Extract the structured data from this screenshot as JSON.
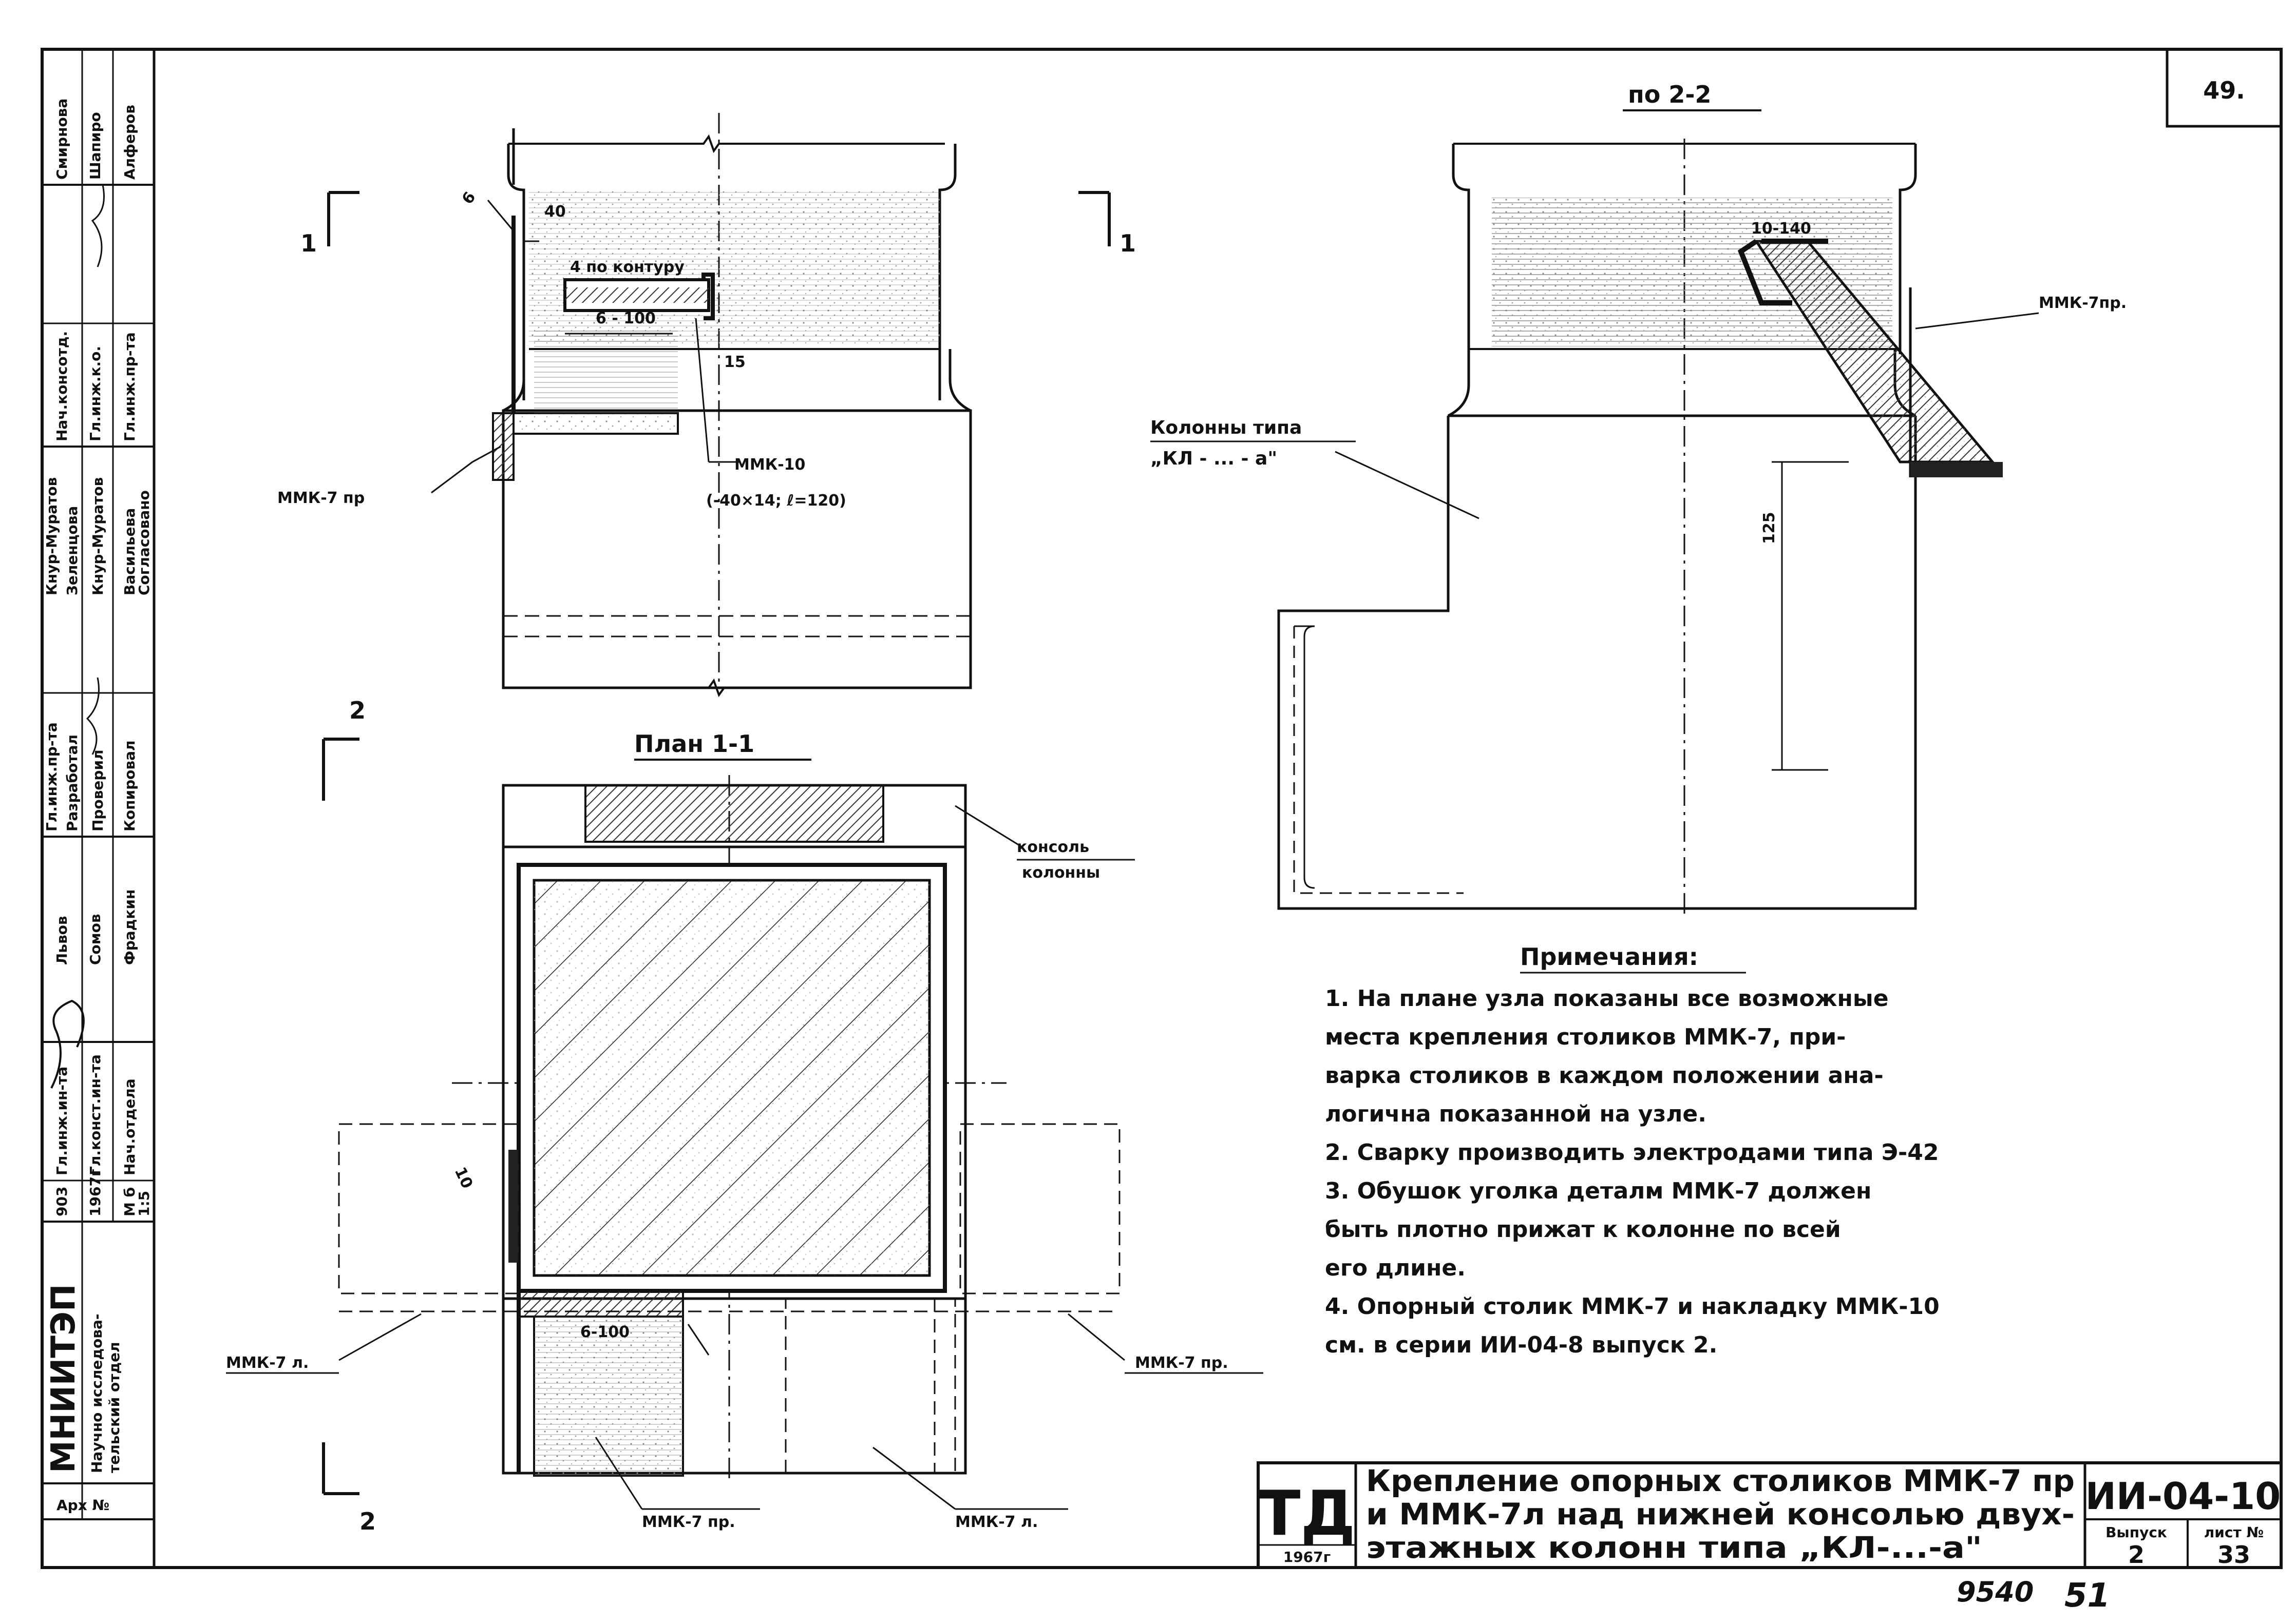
{
  "sheet_number": "49.",
  "views": {
    "section_2_2": "по 2-2",
    "plan_1_1": "План 1-1",
    "mark_1_left": "1",
    "mark_1_right": "1",
    "mark_2_top": "2",
    "mark_2_bottom": "2"
  },
  "labels": {
    "weld_4_contour": "4 по контуру",
    "weld_6_100_top": "6 - 100",
    "weld_6_100_plan": "6-100",
    "dim_6": "6",
    "dim_40": "40",
    "dim_15": "15",
    "dim_10_140": "10-140",
    "dim_125": "125",
    "dim_10_plan": "10",
    "mmk10_title": "ММК-10",
    "mmk10_spec": "(-40×14; ℓ=120)",
    "mmk7pr_elev": "ММК-7 пр",
    "mmk7pr_section": "ММК-7пр.",
    "columns_type_l1": "Колонны типа",
    "columns_type_l2": "„КЛ - ... - а\"",
    "console_l1": "консоль",
    "console_l2": "колонны",
    "mmk7l_left": "ММК-7 л.",
    "mmk7pr_right": "ММК-7 пр.",
    "mmk7pr_bottom": "ММК-7 пр.",
    "mmk7l_bottom": "ММК-7 л."
  },
  "notes": {
    "heading": "Примечания:",
    "lines": [
      "1. На плане узла показаны все возможные",
      "места крепления столиков ММК-7, при-",
      "варка столиков в каждом положении ана-",
      "логична показанной на узле.",
      "2. Сварку производить электродами типа Э-42",
      "3. Обушок уголка деталм ММК-7 должен",
      "быть плотно прижат к колонне по всей",
      "его длине.",
      "4. Опорный столик ММК-7 и накладку ММК-10",
      "см. в серии ИИ-04-8 выпуск 2."
    ]
  },
  "title_block": {
    "td": "ТД",
    "year": "1967г",
    "title_lines": [
      "Крепление опорных столиков ММК-7 пр",
      "и ММК-7л над нижней консолью двух-",
      "этажных колонн типа „КЛ-...-а\""
    ],
    "series": "ИИ-04-10",
    "issue_label": "Выпуск",
    "issue": "2",
    "sheet_label": "лист №",
    "sheet": "33"
  },
  "side_stamp": {
    "org": "МНИИТЭП",
    "dept_l1": "Научно исследова-",
    "dept_l2": "тельский отдел",
    "code_1": "903",
    "code_2": "1967г",
    "scale_label": "М б",
    "scale": "1:5",
    "roles": [
      "Гл.инж.ин-та",
      "Гл.конст.ин-та",
      "Нач.отдела",
      "Гл.инж.пр-та",
      "Разработал",
      "Проверил",
      "Копировал",
      "Нач.консотд.",
      "Гл.инж.к.о.",
      "Гл.инж.пр-та"
    ],
    "names": [
      "Львов",
      "Сомов",
      "Фрадкин",
      "Кнур-Муратов",
      "Зеленцова",
      "Кнур-Муратов",
      "Васильева",
      "Смирнова",
      "Шапиро",
      "Алферов"
    ],
    "agreed": "Согласовано",
    "arch_no": "Арх №"
  },
  "footer": {
    "inv": "9540",
    "copy": "51"
  }
}
